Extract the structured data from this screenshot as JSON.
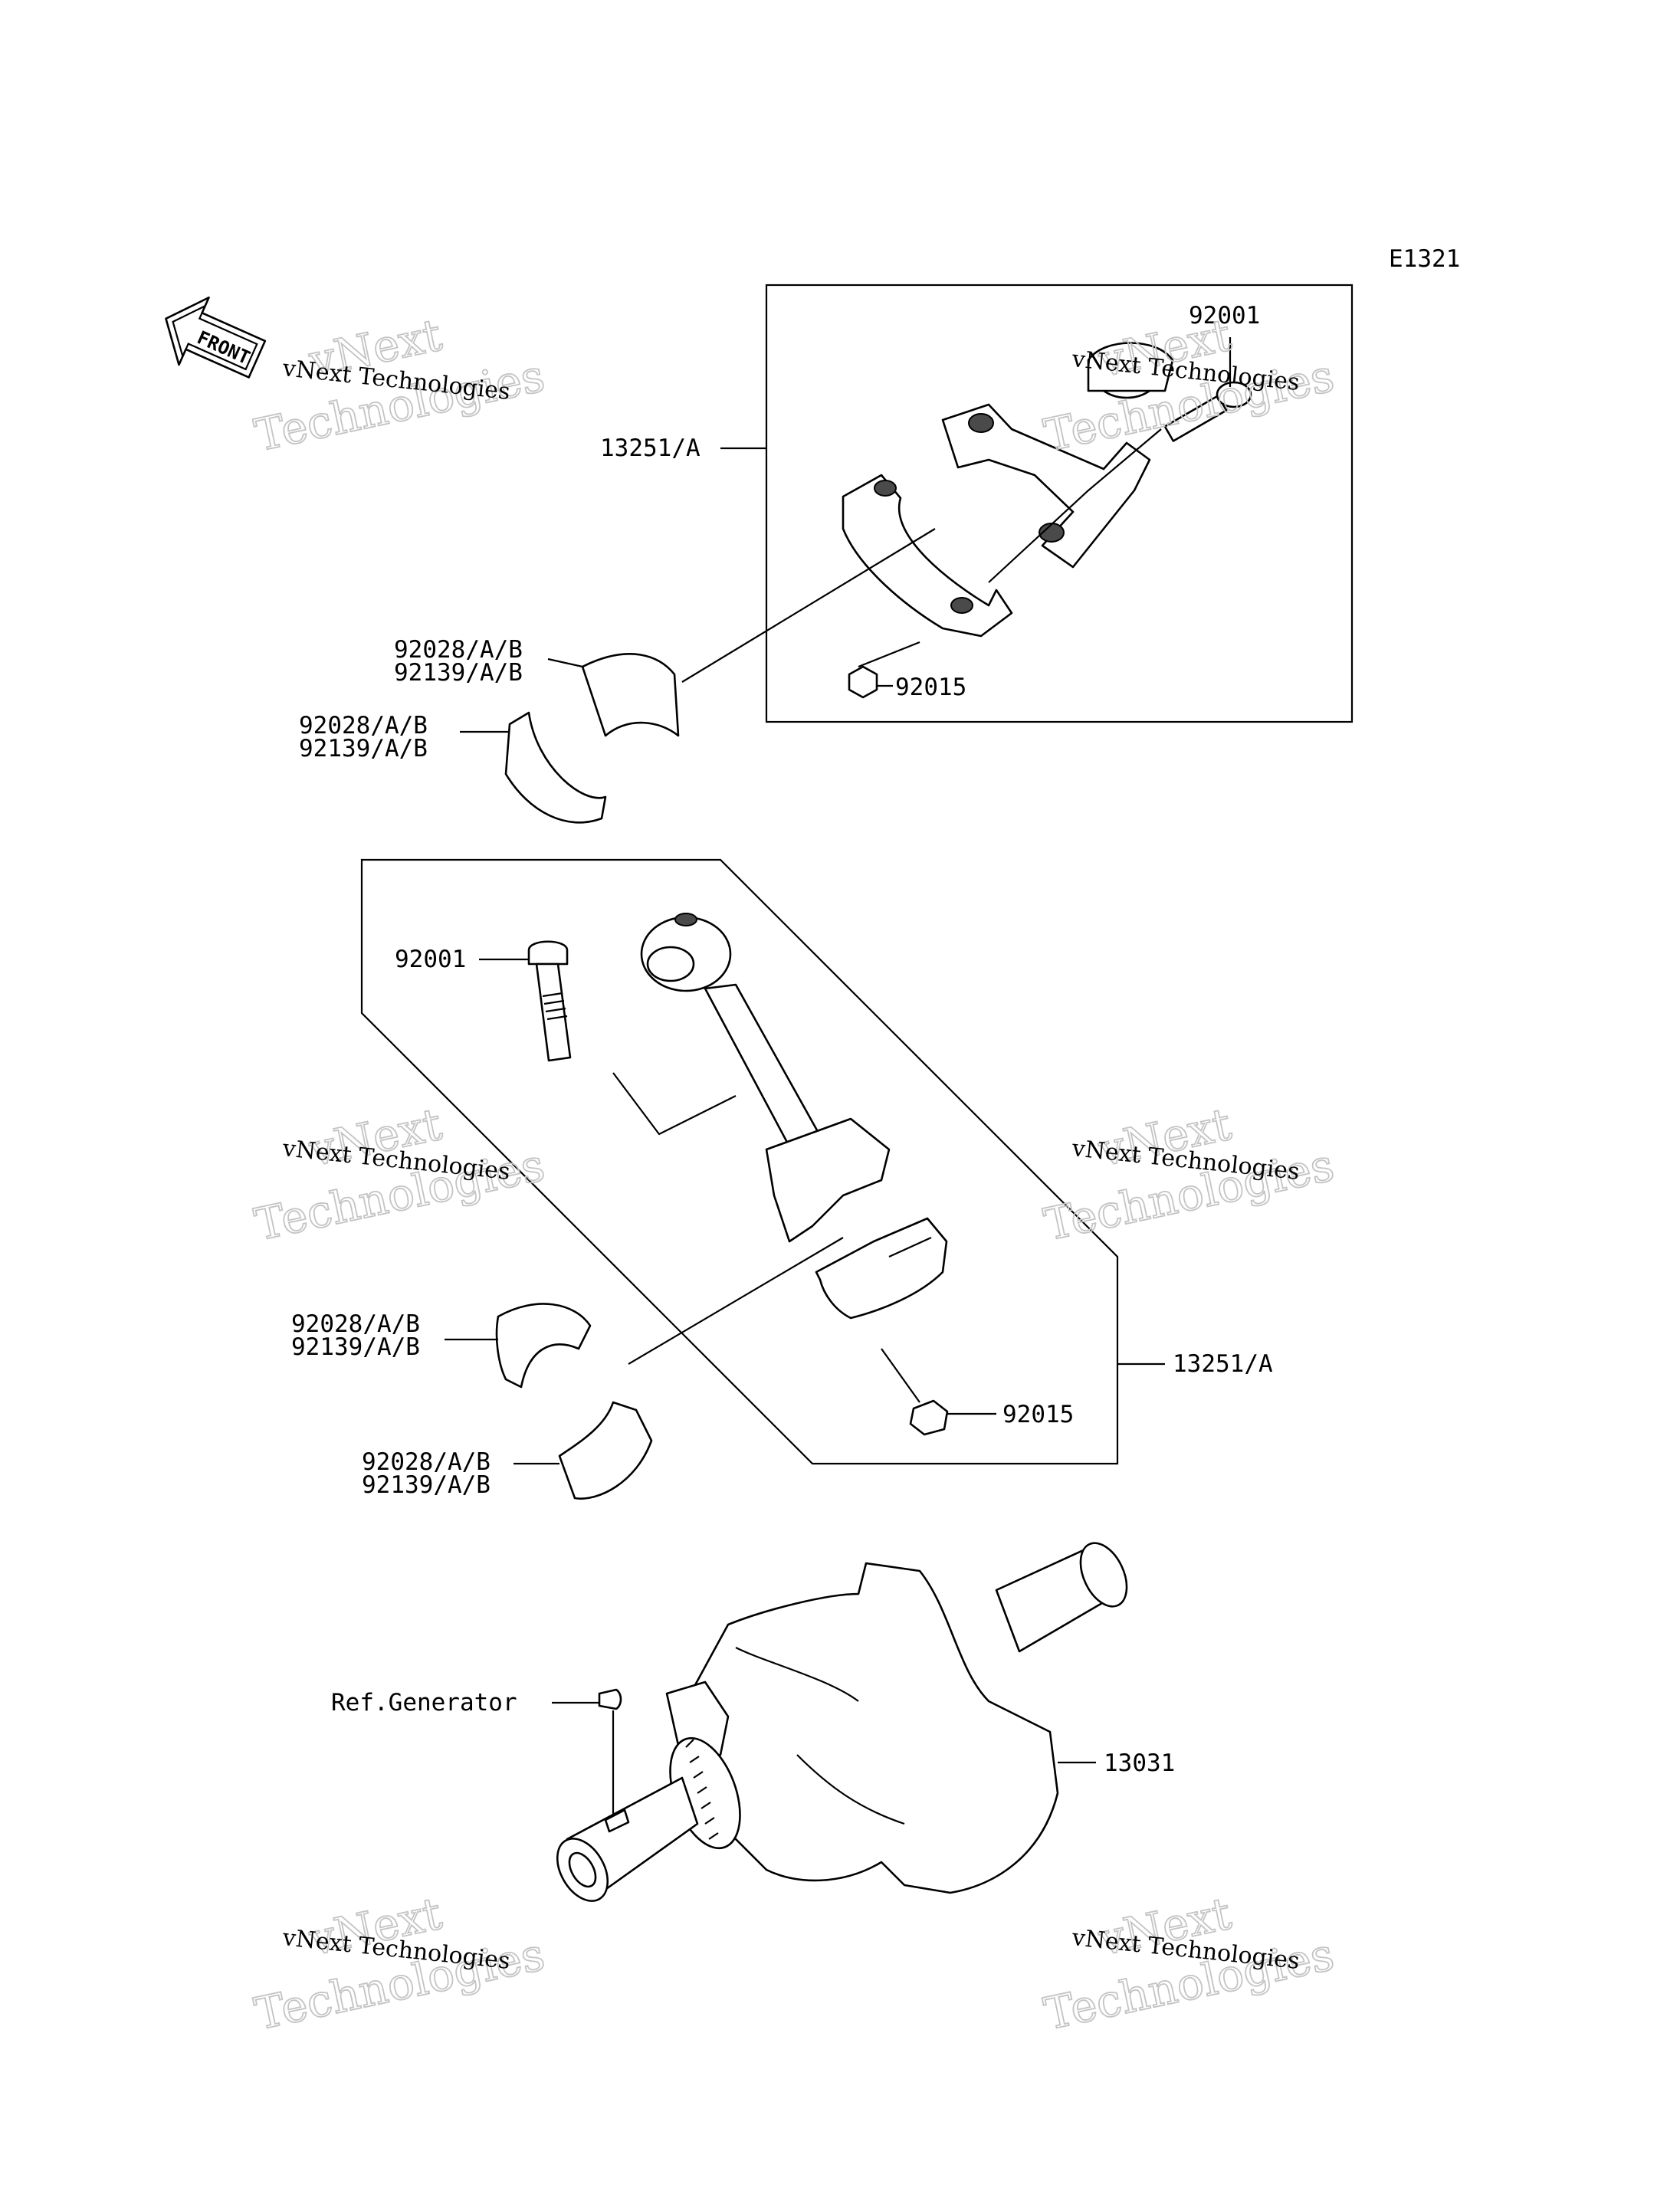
{
  "diagram_code": "E1321",
  "front_arrow": "FRONT",
  "watermark": {
    "line1": "vNext",
    "line2": "Technologies",
    "caption": "vNext Technologies"
  },
  "callouts": {
    "top_rod_assy": "13251/A",
    "top_bolt": "92001",
    "top_nut": "92015",
    "top_bearing_1a": "92028/A/B",
    "top_bearing_1b": "92139/A/B",
    "top_bearing_2a": "92028/A/B",
    "top_bearing_2b": "92139/A/B",
    "mid_bolt": "92001",
    "mid_rod_assy": "13251/A",
    "mid_nut": "92015",
    "mid_bearing_1a": "92028/A/B",
    "mid_bearing_1b": "92139/A/B",
    "mid_bearing_2a": "92028/A/B",
    "mid_bearing_2b": "92139/A/B",
    "ref_generator": "Ref.Generator",
    "crankshaft": "13031"
  }
}
